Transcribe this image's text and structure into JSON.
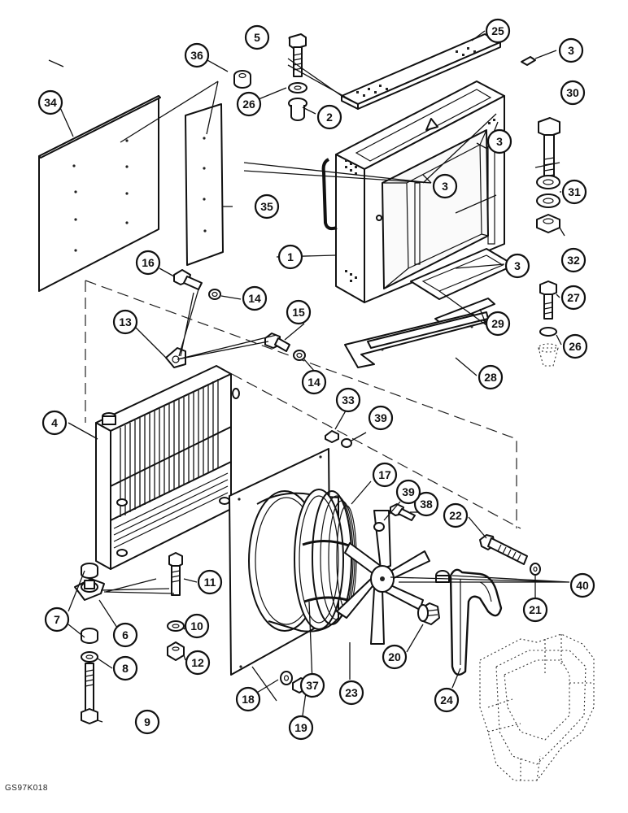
{
  "figure_code": "GS97K018",
  "callouts": [
    "1",
    "2",
    "3",
    "3",
    "3",
    "3",
    "4",
    "5",
    "6",
    "7",
    "8",
    "9",
    "10",
    "11",
    "12",
    "13",
    "14",
    "14",
    "15",
    "16",
    "17",
    "18",
    "19",
    "20",
    "21",
    "22",
    "23",
    "24",
    "25",
    "26",
    "26",
    "27",
    "28",
    "29",
    "30",
    "31",
    "32",
    "33",
    "34",
    "35",
    "36",
    "37",
    "38",
    "39",
    "39",
    "40"
  ]
}
